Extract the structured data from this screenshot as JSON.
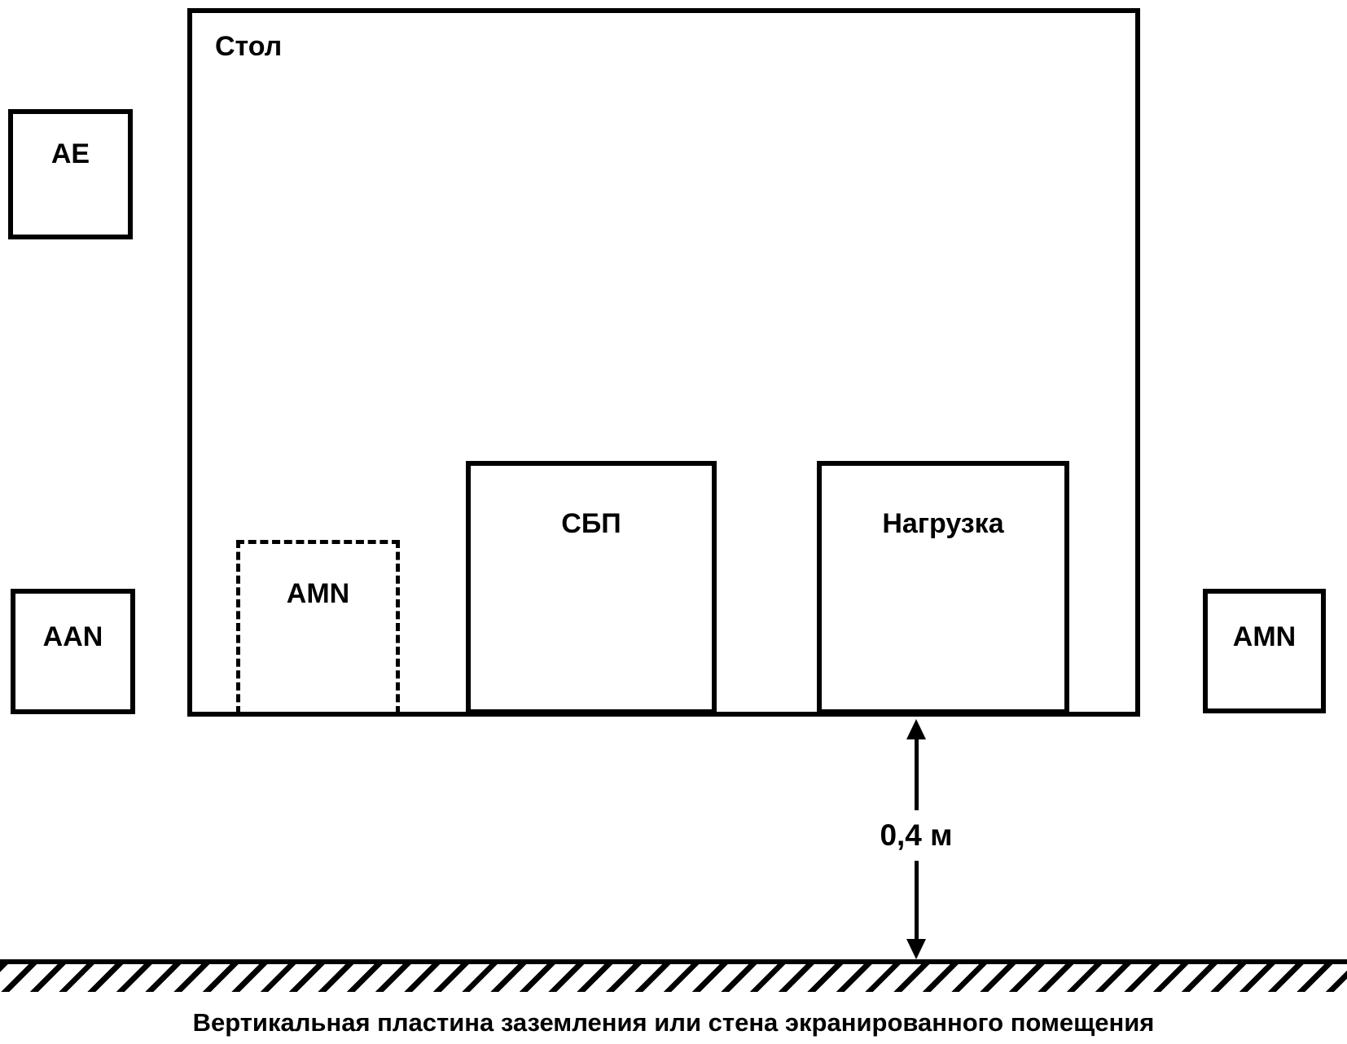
{
  "figure": {
    "table": {
      "label": "Стол"
    },
    "equipment": {
      "ae": {
        "label": "AE"
      },
      "aan": {
        "label": "AAN"
      },
      "amn_dashed": {
        "label": "AMN"
      },
      "sbp": {
        "label": "СБП"
      },
      "load": {
        "label": "Нагрузка"
      },
      "amn_right": {
        "label": "AMN"
      }
    },
    "dimension": {
      "label": "0,4 м"
    },
    "ground": {
      "caption": "Вертикальная пластина заземления или стена экранированного помещения"
    },
    "colors": {
      "line": "#000000",
      "background": "#ffffff"
    }
  }
}
